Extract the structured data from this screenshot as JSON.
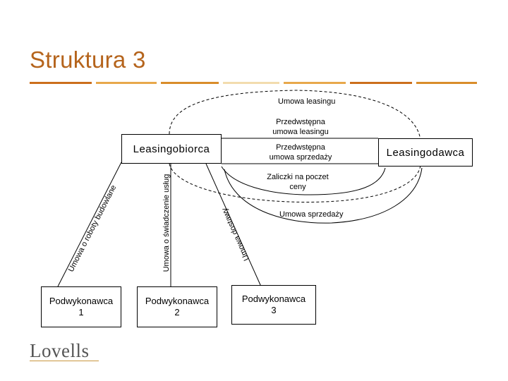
{
  "slide": {
    "title": "Struktura 3",
    "logo": "Lovells"
  },
  "colors": {
    "title": "#b5641c",
    "rule_segments": [
      "#cc6f1c",
      "#e8a84b",
      "#d98d2a",
      "#f2dcae",
      "#e8a84b",
      "#cc6f1c",
      "#d98d2a"
    ]
  },
  "boxes": {
    "leasingobiorca": "Leasingobiorca",
    "leasingodawca": "Leasingodawca",
    "podwykonawca1": {
      "line1": "Podwykonawca",
      "line2": "1"
    },
    "podwykonawca2": {
      "line1": "Podwykonawca",
      "line2": "2"
    },
    "podwykonawca3": {
      "line1": "Podwykonawca",
      "line2": "3"
    }
  },
  "relations": {
    "umowa_leasingu": "Umowa leasingu",
    "przedwstepna_leasingu": {
      "line1": "Przedwstępna",
      "line2": "umowa leasingu"
    },
    "przedwstepna_sprzedazy": {
      "line1": "Przedwstępna",
      "line2": "umowa sprzedaży"
    },
    "zaliczki": {
      "line1": "Zaliczki na poczet",
      "line2": "ceny"
    },
    "umowa_sprzedazy": "Umowa sprzedaży",
    "roboty_budowlane": "Umowa o roboty budowlane",
    "swiadczenie_uslug": "Umowa o świadczenie usług",
    "umowa_dostawy": "Umowa dostawy"
  }
}
